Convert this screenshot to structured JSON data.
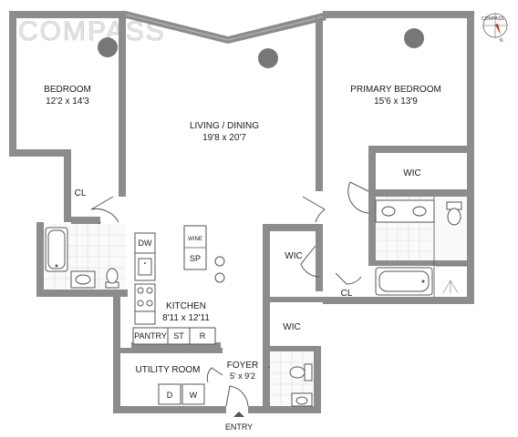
{
  "brand": {
    "logo_text": "COMPASS"
  },
  "compass_rose": {
    "label": "COMPASS",
    "marker": "N"
  },
  "rooms": {
    "bedroom": {
      "name": "BEDROOM",
      "size": "12'2 x 14'3"
    },
    "living": {
      "name": "LIVING / DINING",
      "size": "19'8 x 20'7"
    },
    "primary": {
      "name": "PRIMARY BEDROOM",
      "size": "15'6 x 13'9"
    },
    "kitchen": {
      "name": "KITCHEN",
      "size": "8'11 x 12'11"
    },
    "utility": {
      "name": "UTILITY ROOM"
    },
    "foyer": {
      "name": "FOYER",
      "size": "5' x 9'2"
    }
  },
  "closets": {
    "cl_left": "CL",
    "cl_right": "CL",
    "wic_primary": "WIC",
    "wic_mid": "WIC",
    "wic_foyer": "WIC"
  },
  "appliances": {
    "dw": "DW",
    "wine": "WINE",
    "sp": "SP",
    "pantry": "PANTRY",
    "st": "ST",
    "r": "R",
    "d": "D",
    "w": "W"
  },
  "entry": {
    "label": "ENTRY"
  }
}
